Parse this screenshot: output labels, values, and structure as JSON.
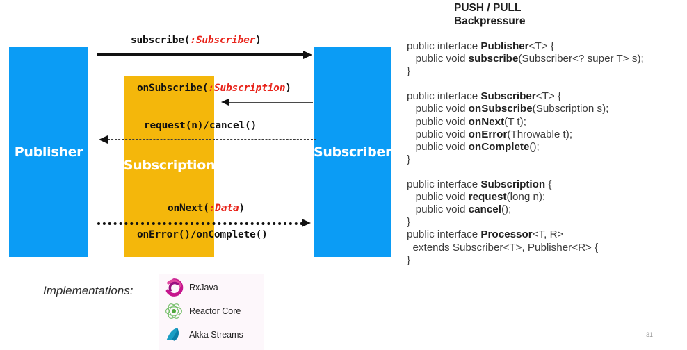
{
  "slide": {
    "page_number": "31",
    "heading": "PUSH / PULL\nBackpressure"
  },
  "colors": {
    "actor_blue": "#0b9cf5",
    "subscription_orange": "#f4b70b",
    "arg_red": "#e8241b",
    "impl_panel_bg": "#fdf7fb"
  },
  "diagram": {
    "publisher_label": "Publisher",
    "subscriber_label": "Subscriber",
    "subscription_label": "Subscription",
    "messages": [
      {
        "id": "subscribe",
        "name": "subscribe(",
        "arg": ":Subscriber",
        "close": ")",
        "direction": "right",
        "line_style": "solid"
      },
      {
        "id": "onSubscribe",
        "name": "onSubscribe(",
        "arg": ":Subscription",
        "close": ")",
        "direction": "left",
        "line_style": "thin-solid"
      },
      {
        "id": "request-cancel",
        "name": "request(n)/cancel()",
        "arg": "",
        "close": "",
        "direction": "left",
        "line_style": "dashed"
      },
      {
        "id": "onNext",
        "name": "onNext(",
        "arg": ":Data",
        "close": ")",
        "direction": "right",
        "line_style": "dotted"
      },
      {
        "id": "onError-onComplete",
        "name": "onError()/onComplete()",
        "arg": "",
        "close": "",
        "direction": "right",
        "line_style": "dotted"
      }
    ]
  },
  "implementations": {
    "label": "Implementations:",
    "items": [
      {
        "name": "RxJava",
        "icon": "rxjava-logo"
      },
      {
        "name": "Reactor Core",
        "icon": "reactor-core-logo"
      },
      {
        "name": "Akka Streams",
        "icon": "akka-streams-logo"
      }
    ]
  },
  "code": {
    "lines": [
      {
        "segments": [
          {
            "t": "public interface ",
            "b": false
          },
          {
            "t": "Publisher",
            "b": true
          },
          {
            "t": "<T> {",
            "b": false
          }
        ]
      },
      {
        "segments": [
          {
            "t": "   public void ",
            "b": false
          },
          {
            "t": "subscribe",
            "b": true
          },
          {
            "t": "(Subscriber<? super T> s);",
            "b": false
          }
        ]
      },
      {
        "segments": [
          {
            "t": "}",
            "b": false
          }
        ]
      },
      {
        "segments": [
          {
            "t": "",
            "b": false
          }
        ]
      },
      {
        "segments": [
          {
            "t": "public interface ",
            "b": false
          },
          {
            "t": "Subscriber",
            "b": true
          },
          {
            "t": "<T> {",
            "b": false
          }
        ]
      },
      {
        "segments": [
          {
            "t": "   public void ",
            "b": false
          },
          {
            "t": "onSubscribe",
            "b": true
          },
          {
            "t": "(Subscription s);",
            "b": false
          }
        ]
      },
      {
        "segments": [
          {
            "t": "   public void ",
            "b": false
          },
          {
            "t": "onNext",
            "b": true
          },
          {
            "t": "(T t);",
            "b": false
          }
        ]
      },
      {
        "segments": [
          {
            "t": "   public void ",
            "b": false
          },
          {
            "t": "onError",
            "b": true
          },
          {
            "t": "(Throwable t);",
            "b": false
          }
        ]
      },
      {
        "segments": [
          {
            "t": "   public void ",
            "b": false
          },
          {
            "t": "onComplete",
            "b": true
          },
          {
            "t": "();",
            "b": false
          }
        ]
      },
      {
        "segments": [
          {
            "t": "}",
            "b": false
          }
        ]
      },
      {
        "segments": [
          {
            "t": "",
            "b": false
          }
        ]
      },
      {
        "segments": [
          {
            "t": "public interface ",
            "b": false
          },
          {
            "t": "Subscription",
            "b": true
          },
          {
            "t": " {",
            "b": false
          }
        ]
      },
      {
        "segments": [
          {
            "t": "   public void ",
            "b": false
          },
          {
            "t": "request",
            "b": true
          },
          {
            "t": "(long n);",
            "b": false
          }
        ]
      },
      {
        "segments": [
          {
            "t": "   public void ",
            "b": false
          },
          {
            "t": "cancel",
            "b": true
          },
          {
            "t": "();",
            "b": false
          }
        ]
      },
      {
        "segments": [
          {
            "t": "}",
            "b": false
          }
        ]
      },
      {
        "segments": [
          {
            "t": "public interface ",
            "b": false
          },
          {
            "t": "Processor",
            "b": true
          },
          {
            "t": "<T, R>",
            "b": false
          }
        ]
      },
      {
        "segments": [
          {
            "t": "  extends Subscriber<T>, Publisher<R> {",
            "b": false
          }
        ]
      },
      {
        "segments": [
          {
            "t": "}",
            "b": false
          }
        ]
      }
    ]
  }
}
